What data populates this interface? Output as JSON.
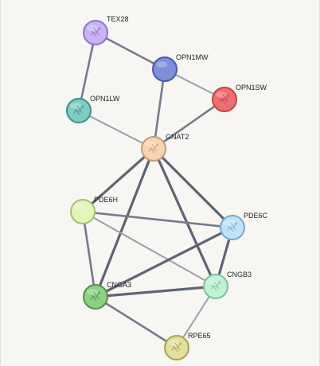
{
  "network": {
    "nodes": [
      {
        "id": "TEX28",
        "label": "TEX28",
        "color": "#c9b3f5",
        "stroke": "#8d76c4",
        "icon": "protein-structure-icon"
      },
      {
        "id": "OPN1MW",
        "label": "OPN1MW",
        "color": "#7e8fd8",
        "stroke": "#4b5aa6",
        "icon": "none"
      },
      {
        "id": "OPN1SW",
        "label": "OPN1SW",
        "color": "#ee6f6f",
        "stroke": "#b84a4a",
        "icon": "protein-structure-icon"
      },
      {
        "id": "OPN1LW",
        "label": "OPN1LW",
        "color": "#7fcdc4",
        "stroke": "#3f9089",
        "icon": "protein-structure-icon"
      },
      {
        "id": "GNAT2",
        "label": "GNAT2",
        "color": "#f8d4b0",
        "stroke": "#c39c77",
        "icon": "protein-structure-icon"
      },
      {
        "id": "PDE6H",
        "label": "PDE6H",
        "color": "#e3f5b8",
        "stroke": "#a7bf79",
        "icon": "none"
      },
      {
        "id": "PDE6C",
        "label": "PDE6C",
        "color": "#bfe2f8",
        "stroke": "#7fa8c6",
        "icon": "protein-structure-icon"
      },
      {
        "id": "CNGB3",
        "label": "CNGB3",
        "color": "#bdf2d3",
        "stroke": "#7fbf98",
        "icon": "protein-structure-icon"
      },
      {
        "id": "CNGA3",
        "label": "CNGA3",
        "color": "#8fd184",
        "stroke": "#4f9446",
        "icon": "protein-structure-icon"
      },
      {
        "id": "RPE65",
        "label": "RPE65",
        "color": "#e2df9a",
        "stroke": "#a9a25a",
        "icon": "protein-structure-icon"
      }
    ],
    "edges": [
      {
        "source": "TEX28",
        "target": "OPN1MW",
        "strength": "medium"
      },
      {
        "source": "TEX28",
        "target": "OPN1LW",
        "strength": "medium"
      },
      {
        "source": "OPN1MW",
        "target": "OPN1SW",
        "strength": "weak"
      },
      {
        "source": "OPN1MW",
        "target": "GNAT2",
        "strength": "medium"
      },
      {
        "source": "OPN1SW",
        "target": "GNAT2",
        "strength": "medium"
      },
      {
        "source": "OPN1LW",
        "target": "GNAT2",
        "strength": "weak"
      },
      {
        "source": "GNAT2",
        "target": "PDE6H",
        "strength": "strong"
      },
      {
        "source": "GNAT2",
        "target": "PDE6C",
        "strength": "strong"
      },
      {
        "source": "GNAT2",
        "target": "CNGB3",
        "strength": "strong"
      },
      {
        "source": "GNAT2",
        "target": "CNGA3",
        "strength": "strong"
      },
      {
        "source": "PDE6H",
        "target": "PDE6C",
        "strength": "medium"
      },
      {
        "source": "PDE6H",
        "target": "CNGB3",
        "strength": "weak"
      },
      {
        "source": "PDE6H",
        "target": "CNGA3",
        "strength": "medium"
      },
      {
        "source": "PDE6C",
        "target": "CNGA3",
        "strength": "strong"
      },
      {
        "source": "PDE6C",
        "target": "CNGB3",
        "strength": "strong"
      },
      {
        "source": "CNGB3",
        "target": "CNGA3",
        "strength": "strong"
      },
      {
        "source": "CNGB3",
        "target": "RPE65",
        "strength": "weak"
      },
      {
        "source": "CNGA3",
        "target": "RPE65",
        "strength": "medium"
      }
    ],
    "edge_colors": {
      "strong": "#5f6473",
      "medium": "#767b8a",
      "weak": "#9a9eaa"
    }
  }
}
